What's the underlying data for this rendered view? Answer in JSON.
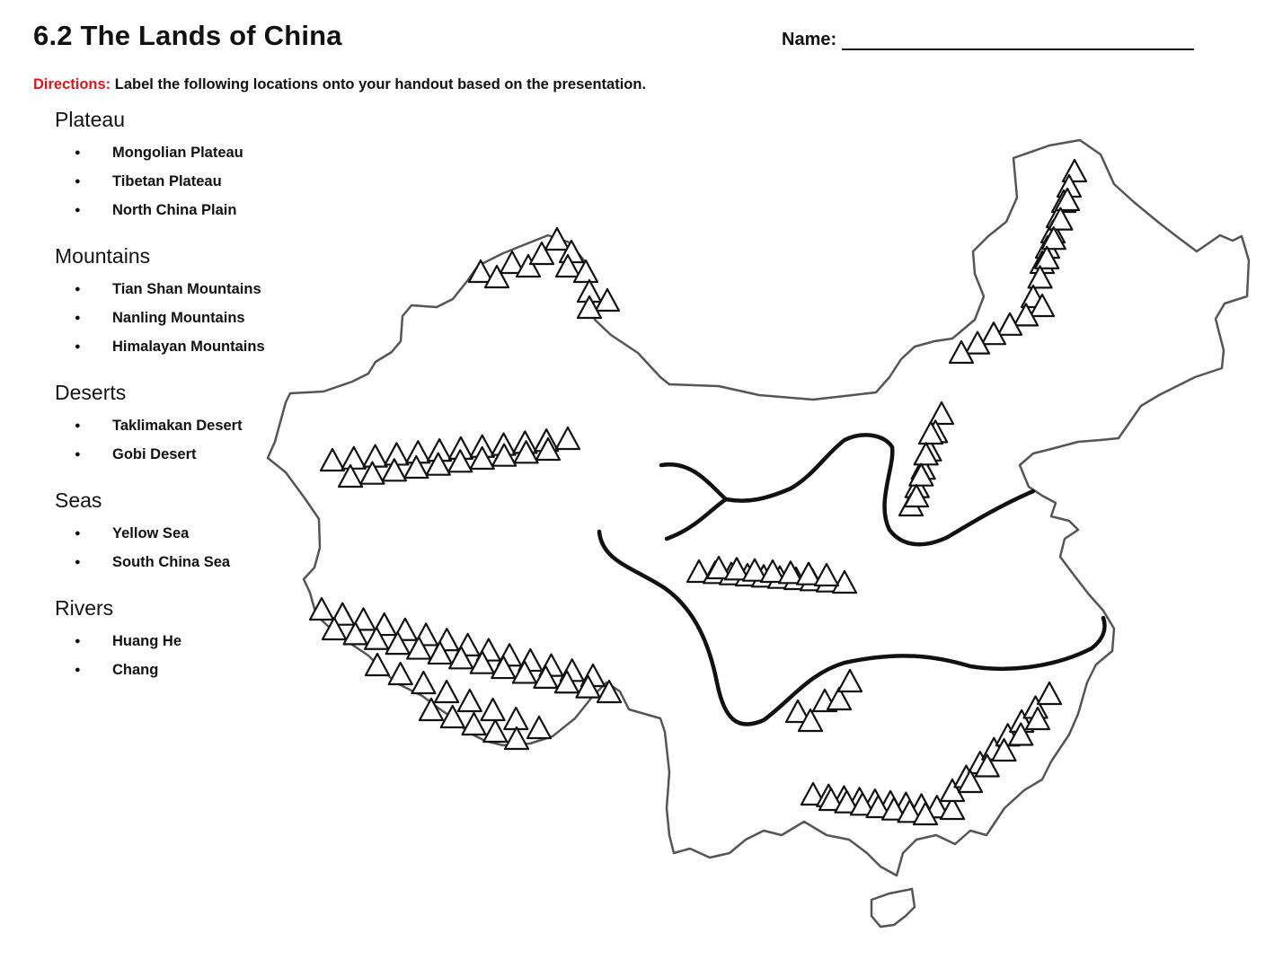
{
  "header": {
    "title": "6.2 The Lands of China",
    "name_label": "Name:"
  },
  "directions": {
    "label": "Directions:",
    "text": " Label the following locations onto your handout based on the presentation."
  },
  "sections": [
    {
      "title": "Plateau",
      "items": [
        "Mongolian Plateau",
        "Tibetan Plateau",
        "North China Plain"
      ]
    },
    {
      "title": "Mountains",
      "items": [
        "Tian Shan Mountains",
        "Nanling Mountains",
        "Himalayan Mountains"
      ]
    },
    {
      "title": "Deserts",
      "items": [
        "Taklimakan Desert",
        "Gobi Desert"
      ]
    },
    {
      "title": "Seas",
      "items": [
        "Yellow Sea",
        "South China Sea"
      ]
    },
    {
      "title": "Rivers",
      "items": [
        "Huang He",
        "Chang"
      ]
    }
  ],
  "colors": {
    "directions_label": "#e0151b",
    "map_outline": "#555555",
    "rivers": "#111111"
  }
}
